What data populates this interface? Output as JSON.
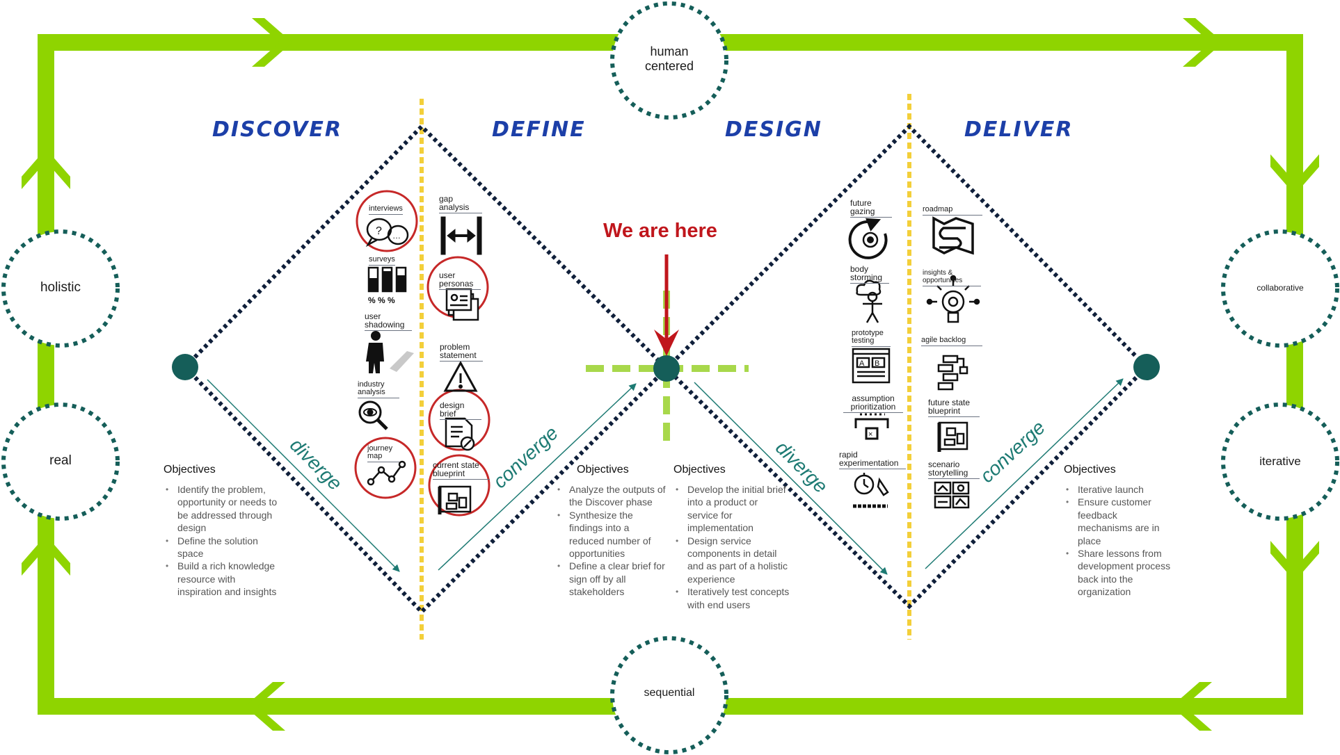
{
  "frame_labels": {
    "top": "human centered",
    "bottom": "sequential",
    "left_upper": "holistic",
    "left_lower": "real",
    "right_upper": "collaborative",
    "right_lower": "iterative"
  },
  "phases": {
    "discover": "DISCOVER",
    "define": "DEFINE",
    "design": "DESIGN",
    "deliver": "DELIVER"
  },
  "flow": {
    "diverge_1": "diverge",
    "converge_1": "converge",
    "diverge_2": "diverge",
    "converge_2": "converge"
  },
  "marker": {
    "we_are_here": "We are here"
  },
  "tools": {
    "discover": [
      "interviews",
      "surveys",
      "user shadowing",
      "industry analysis",
      "journey map"
    ],
    "define": [
      "gap analysis",
      "user personas",
      "problem statement",
      "design brief",
      "current state blueprint"
    ],
    "design": [
      "future gazing",
      "body storming",
      "prototype testing",
      "assumption prioritization",
      "rapid experimentation"
    ],
    "deliver": [
      "roadmap",
      "insights & opportunities",
      "agile backlog",
      "future state blueprint",
      "scenario storytelling"
    ]
  },
  "objectives": {
    "discover": {
      "title": "Objectives",
      "items": [
        "Identify the problem, opportunity or needs to be addressed through design",
        "Define the solution space",
        "Build a rich knowledge resource with inspiration and insights"
      ]
    },
    "define": {
      "title": "Objectives",
      "items": [
        "Analyze the outputs of the Discover phase",
        "Synthesize the findings into a reduced number of opportunities",
        "Define a clear brief for sign off by all stakeholders"
      ]
    },
    "design": {
      "title": "Objectives",
      "items": [
        "Develop the initial brief into a product or service for implementation",
        "Design service components in detail and as part of a holistic experience",
        "Iteratively test concepts with end users"
      ]
    },
    "deliver": {
      "title": "Objectives",
      "items": [
        "Iterative launch",
        "Ensure customer feedback mechanisms are in place",
        "Share lessons from development process back into the organization"
      ]
    }
  },
  "colors": {
    "frame_green": "#8fd400",
    "circle_teal": "#155e59",
    "dot_navy": "#0f1f3a",
    "divider_yellow": "#f3cf3a",
    "phase_blue": "#1c3fa8",
    "marker_red": "#c0161c",
    "highlight_red": "#c62828",
    "crosshair_green": "#a8d84b"
  }
}
